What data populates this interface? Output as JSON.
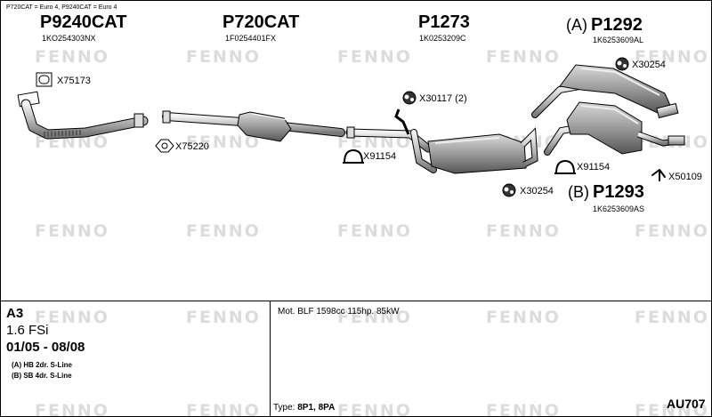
{
  "watermark": "FENNO",
  "emission_note": "P720CAT = Euro 4, P9240CAT = Euro 4",
  "parts": {
    "p9240cat": {
      "number": "P9240CAT",
      "ref": "1KO254303NX"
    },
    "p720cat": {
      "number": "P720CAT",
      "ref": "1F0254401FX"
    },
    "p1273": {
      "number": "P1273",
      "ref": "1K0253209C"
    },
    "p1292": {
      "prefix": "(A)",
      "number": "P1292",
      "ref": "1K6253609AL"
    },
    "p1293": {
      "prefix": "(B)",
      "number": "P1293",
      "ref": "1K6253609AS"
    }
  },
  "accessories": {
    "x75173": "X75173",
    "x75220": "X75220",
    "x91154_left": "X91154",
    "x30117": "X30117 (2)",
    "x30254_top": "X30254",
    "x91154_right": "X91154",
    "x30254_bottom": "X30254",
    "x50109": "X50109"
  },
  "vehicle": {
    "model": "A3",
    "engine": "1.6 FSi",
    "years": "01/05 - 08/08",
    "variant_a": "(A) HB 2dr. S-Line",
    "variant_b": "(B) SB 4dr. S-Line"
  },
  "motor": "Mot. BLF 1598cc 115hp. 85kW",
  "type_label": "Type:",
  "type_value": "8P1, 8PA",
  "diagram_code": "AU707"
}
